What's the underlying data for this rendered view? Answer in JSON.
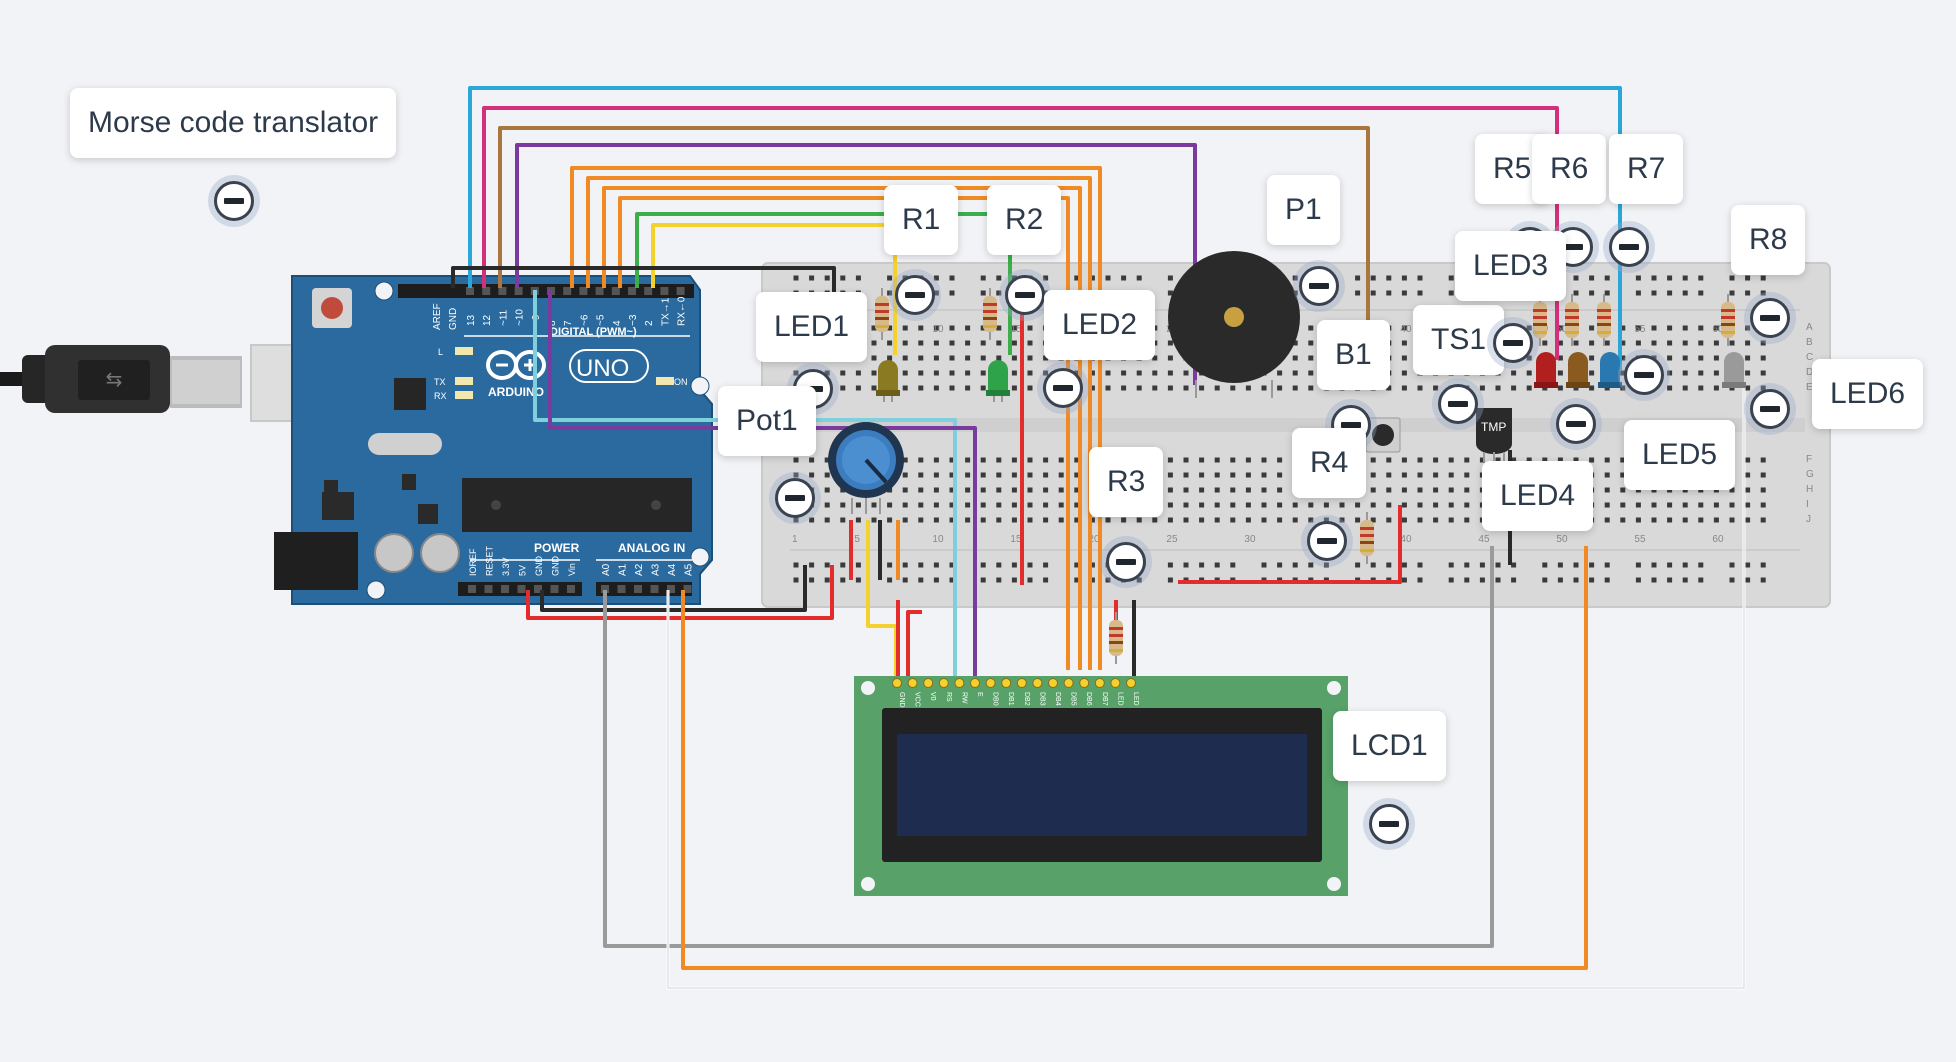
{
  "app": {
    "title": "Morse code translator"
  },
  "board": {
    "ic_aref": "AREF",
    "ic_gnd": "GND",
    "digital_label": "DIGITAL (PWM~)",
    "digital_pins": [
      "13",
      "12",
      "~11",
      "~10",
      "~9",
      "8",
      "7",
      "~6",
      "~5",
      "4",
      "~3",
      "2",
      "TX→1",
      "RX←0"
    ],
    "brand": "ARDUINO",
    "model": "UNO",
    "led_l": "L",
    "led_tx": "TX",
    "led_rx": "RX",
    "led_on": "ON",
    "power_label": "POWER",
    "analog_label": "ANALOG IN",
    "power_pins": [
      "IOREF",
      "RESET",
      "3.3V",
      "5V",
      "GND",
      "GND",
      "Vin"
    ],
    "analog_pins": [
      "A0",
      "A1",
      "A2",
      "A3",
      "A4",
      "A5"
    ]
  },
  "breadboard": {
    "col_numbers": [
      "1",
      "5",
      "10",
      "15",
      "20",
      "25",
      "30",
      "35",
      "40",
      "45",
      "50",
      "55",
      "60"
    ],
    "row_letters_top": [
      "A",
      "B",
      "C",
      "D",
      "E"
    ],
    "row_letters_bottom": [
      "F",
      "G",
      "H",
      "I",
      "J"
    ]
  },
  "sensor_text": "TMP",
  "lcd_pins": [
    "GND",
    "VCC",
    "V0",
    "RS",
    "RW",
    "E",
    "DB0",
    "DB1",
    "DB2",
    "DB3",
    "DB4",
    "DB5",
    "DB6",
    "DB7",
    "LED",
    "LED"
  ],
  "labels": {
    "r1": "R1",
    "r2": "R2",
    "r3": "R3",
    "r4": "R4",
    "r5": "R5",
    "r6": "R6",
    "r7": "R7",
    "r8": "R8",
    "led1": "LED1",
    "led2": "LED2",
    "led3": "LED3",
    "led4": "LED4",
    "led5": "LED5",
    "led6": "LED6",
    "p1": "P1",
    "b1": "B1",
    "ts1": "TS1",
    "pot1": "Pot1",
    "lcd1": "LCD1"
  },
  "colors": {
    "canvas": "#f2f3f6",
    "arduino_blue": "#2a6a9e",
    "breadboard": "#dcdcdc",
    "lcd_green": "#58a26a",
    "lcd_screen": "#1e2d4f",
    "wire_blue": "#2aa7d8",
    "wire_pink": "#d2307a",
    "wire_brown": "#a8763e",
    "wire_purple": "#7a3a9e",
    "wire_orange": "#f08a24",
    "wire_green": "#3cae4a",
    "wire_yellow": "#f4d22e",
    "wire_red": "#e32c2c",
    "wire_black": "#2a2a2a",
    "wire_gray": "#9a9a9a",
    "wire_cyan": "#7fd0dc"
  }
}
